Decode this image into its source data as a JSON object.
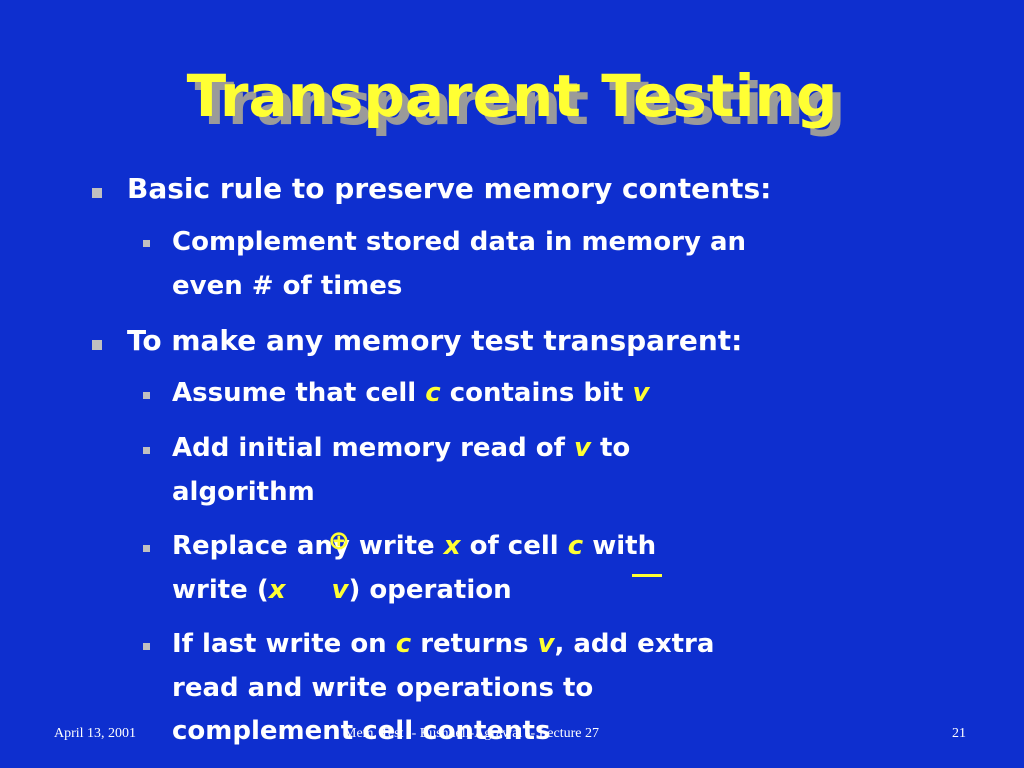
{
  "title": "Transparent Testing",
  "bullets": {
    "b1": "Basic rule to preserve memory contents:",
    "b1_1_line1": "Complement stored data in memory an",
    "b1_1_line2": "even # of times",
    "b2": "To make any memory test transparent:",
    "b2_1_a": "Assume that cell ",
    "b2_1_c": "c",
    "b2_1_b": " contains bit ",
    "b2_1_v": "v",
    "b2_2_a": "Add initial memory read of ",
    "b2_2_v": "v",
    "b2_2_b": " to",
    "b2_2_line2": "algorithm",
    "b2_3_a": "Replace any write ",
    "b2_3_x": "x",
    "b2_3_b": " of cell ",
    "b2_3_c": "c",
    "b2_3_d": " with",
    "b2_3_line2_a": "write (",
    "b2_3_line2_x": "x",
    "b2_3_line2_v": "v",
    "b2_3_line2_b": ") operation",
    "b2_4_a": "If last write on ",
    "b2_4_c": "c",
    "b2_4_b": " returns ",
    "b2_4_v": "v",
    "b2_4_d": ", add extra",
    "b2_4_line2": "read and write operations to",
    "b2_4_line3": "complement cell contents"
  },
  "xor_symbol": "⊕",
  "footer": {
    "date": "April 13, 2001",
    "center": "Mem. Test -- Bushnell-Agrawal -- Lecture 27",
    "page": "21"
  },
  "colors": {
    "background": "#0e2fcf",
    "title": "#ffff33",
    "text": "#ffffff",
    "emphasis": "#ffff33"
  }
}
